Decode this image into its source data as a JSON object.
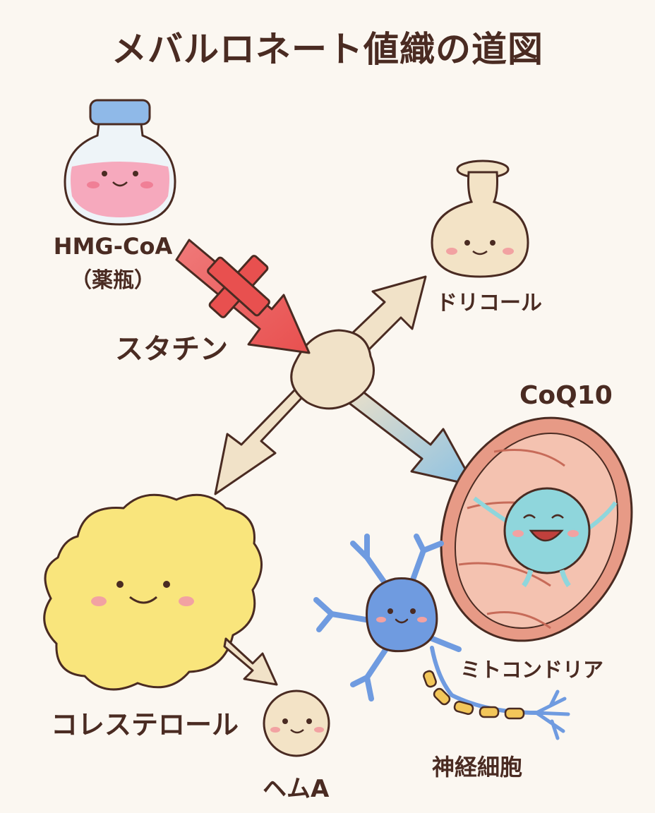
{
  "title": "メバルロネート値織の道図",
  "nodes": {
    "hmg_coa": {
      "label": "HMG-CoA",
      "sublabel": "（薬瓶）"
    },
    "statin": {
      "label": "スタチン"
    },
    "dolichol": {
      "label": "ドリコール"
    },
    "coq10": {
      "label": "CoQ10"
    },
    "mitochondria": {
      "label": "ミトコンドリア"
    },
    "cholesterol": {
      "label": "コレステロール"
    },
    "heme_a": {
      "label": "ヘムA"
    },
    "neuron": {
      "label": "神経細胞"
    }
  },
  "colors": {
    "outline": "#4a2b22",
    "hmg_liquid": "#f6a9bd",
    "jar_lid": "#8fb9e8",
    "inhibit_red": "#e8504f",
    "center_cream": "#f1e2c8",
    "flow_blue": "#8cc1e2",
    "dolichol_flask": "#f3e3c6",
    "mito_outer": "#e79a86",
    "coq_blob": "#8fd6dc",
    "chol_yellow": "#f9e57c",
    "neuron_blue": "#6f9be0",
    "myelin": "#f2c65a",
    "cheek_pink": "#f2a2a2"
  },
  "icons": [
    "jar-icon",
    "flask-icon",
    "mitochondria-icon",
    "coq10-character-icon",
    "cholesterol-blob-icon",
    "heme-ball-icon",
    "neuron-icon",
    "inhibition-cross-icon"
  ]
}
